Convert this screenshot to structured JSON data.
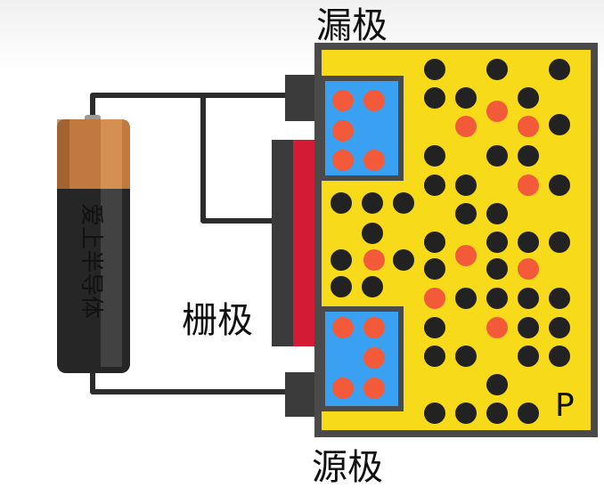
{
  "labels": {
    "drain": "漏极",
    "gate": "栅极",
    "source": "源极",
    "substrate_type": "P",
    "battery_text": "爱上半导体"
  },
  "colors": {
    "substrate": "#f7da1a",
    "n_region": "#3aa1f2",
    "gate_dielectric": "#d31b35",
    "gate_metal": "#3b3b3b",
    "hole": "#222222",
    "electron": "#f25a3a",
    "wire": "#2c2c2c",
    "battery_top": "#c07a40",
    "battery_body": "#262626"
  },
  "legend": {
    "hole": "black-dot",
    "electron": "red-dot"
  }
}
